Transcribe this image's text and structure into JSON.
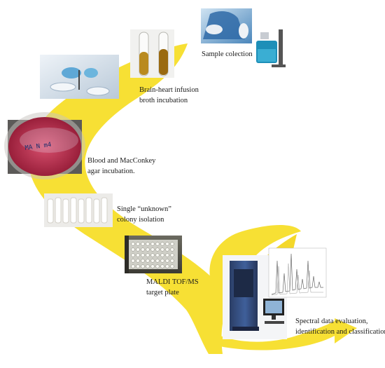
{
  "colors": {
    "ribbon": "#f7e034",
    "ribbon_dark": "#e8c81a"
  },
  "steps": [
    {
      "id": "sample",
      "icon": "sample-collection-photo",
      "lines": [
        "Sample colection"
      ]
    },
    {
      "id": "bhi",
      "icon": "broth-tubes-photo",
      "lines": [
        "Brain-heart infusion",
        "broth incubation"
      ]
    },
    {
      "id": "agar",
      "icon": "agar-plate-photo",
      "lines": [
        "Blood and MacConkey",
        "agar incubation."
      ]
    },
    {
      "id": "colony",
      "icon": "colony-vials-photo",
      "lines": [
        "Single “unknown”",
        "colony isolation"
      ]
    },
    {
      "id": "maldi",
      "icon": "maldi-target-plate-photo",
      "lines": [
        "MALDI TOF/MS",
        "target plate"
      ]
    },
    {
      "id": "spectral",
      "icon": "mass-spectrometer-photo",
      "lines": [
        "Spectral data evaluation,",
        "identification and classification"
      ]
    }
  ]
}
